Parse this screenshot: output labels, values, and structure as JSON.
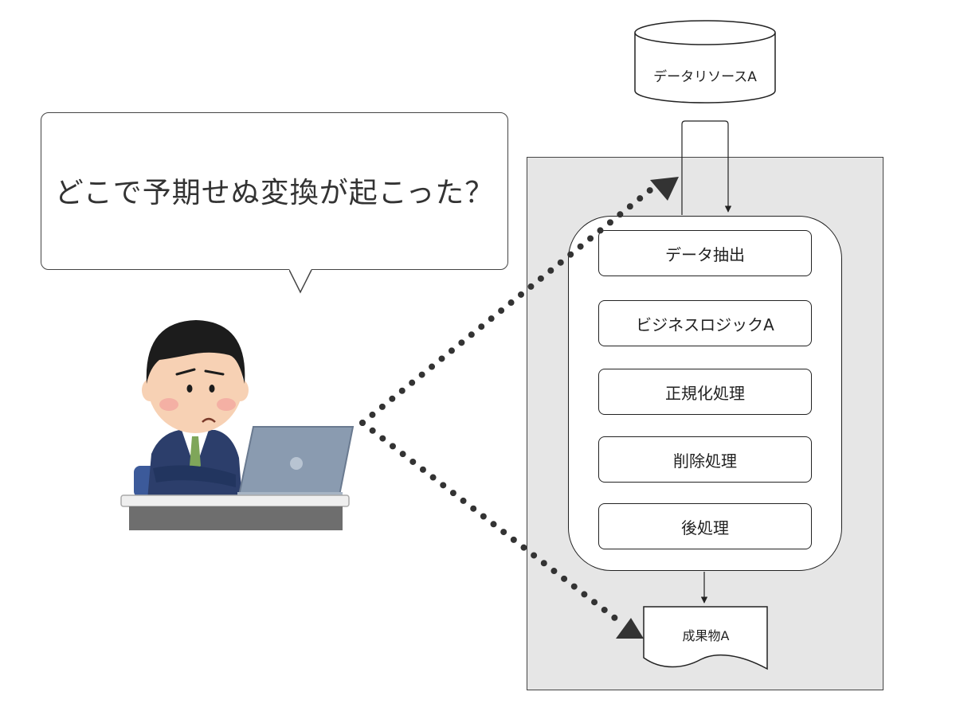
{
  "speech": {
    "text": "どこで予期せぬ変換が起こった？"
  },
  "data_source": {
    "label": "データリソースA"
  },
  "steps": [
    {
      "label": "データ抽出"
    },
    {
      "label": "ビジネスロジックA"
    },
    {
      "label": "正規化処理"
    },
    {
      "label": "削除処理"
    },
    {
      "label": "後処理"
    }
  ],
  "output": {
    "label": "成果物A"
  },
  "colors": {
    "frame_fill": "#e6e6e6",
    "stroke": "#222222",
    "dotted_arrow": "#333333",
    "suit": "#2c3e6b",
    "laptop": "#8a9bb0",
    "tie": "#7fa65a",
    "desk": "#6e6e6e"
  },
  "icons": {
    "person": "worried-office-worker-icon",
    "laptop": "laptop-icon",
    "database": "database-cylinder-icon",
    "document": "document-icon"
  }
}
